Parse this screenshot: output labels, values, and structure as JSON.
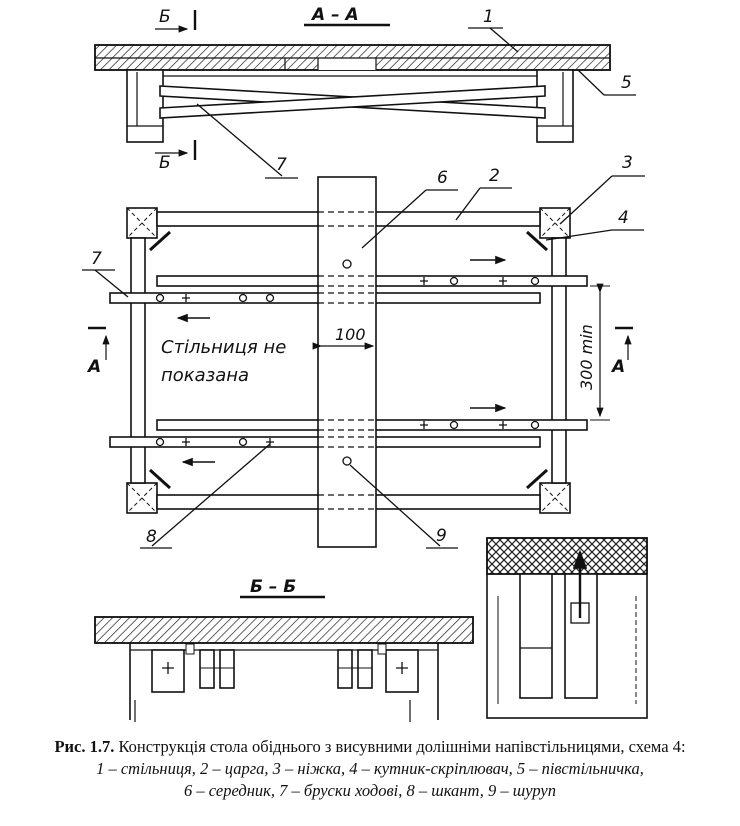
{
  "section_titles": {
    "aa": "А – А",
    "bb": "Б – Б"
  },
  "section_marks": {
    "b": "Б",
    "a": "А"
  },
  "callouts": [
    "1",
    "2",
    "3",
    "4",
    "5",
    "6",
    "7",
    "8",
    "9"
  ],
  "dimensions": {
    "width": "100",
    "spacing": "300 min"
  },
  "note": {
    "line1": "Стільниця не",
    "line2": "показана"
  },
  "caption": {
    "label": "Рис. 1.7.",
    "title": "Конструкція стола обіднього з висувними долішніми напівстільницями, схема 4:",
    "line2": "1 – стільниця, 2 – царга, 3 – ніжка, 4 – кутник-скріплювач, 5 – півстільничка,",
    "line3": "6 – середник, 7 – бруски ходові, 8 – шкант, 9 – шуруп"
  }
}
